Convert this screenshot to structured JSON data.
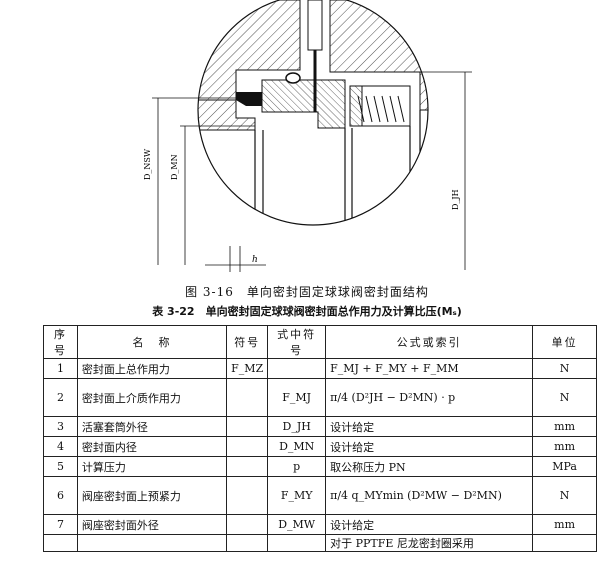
{
  "figure": {
    "labels": {
      "d_nsw": "D_NSW",
      "d_mn": "D_MN",
      "d_jh": "D_JH",
      "h": "h"
    },
    "caption": "图 3-16　单向密封固定球球阀密封面结构"
  },
  "table": {
    "caption": "表 3-22　单向密封固定球球阀密封面总作用力及计算比压(Mₛ)",
    "headers": [
      "序号",
      "名　称",
      "符号",
      "式中符号",
      "公式或索引",
      "单位"
    ],
    "rows": [
      {
        "no": "1",
        "name": "密封面上总作用力",
        "symbol": "F_MZ",
        "formula_symbol": "",
        "formula": "F_MJ + F_MY + F_MM",
        "unit": "N"
      },
      {
        "no": "2",
        "name": "密封面上介质作用力",
        "symbol": "",
        "formula_symbol": "F_MJ",
        "formula": "π/4 (D²JH − D²MN) · p",
        "unit": "N"
      },
      {
        "no": "3",
        "name": "活塞套筒外径",
        "symbol": "",
        "formula_symbol": "D_JH",
        "formula": "设计给定",
        "unit": "mm"
      },
      {
        "no": "4",
        "name": "密封面内径",
        "symbol": "",
        "formula_symbol": "D_MN",
        "formula": "设计给定",
        "unit": "mm"
      },
      {
        "no": "5",
        "name": "计算压力",
        "symbol": "",
        "formula_symbol": "p",
        "formula": "取公称压力 PN",
        "unit": "MPa"
      },
      {
        "no": "6",
        "name": "阀座密封面上预紧力",
        "symbol": "",
        "formula_symbol": "F_MY",
        "formula": "π/4 q_MYmin (D²MW − D²MN)",
        "unit": "N"
      },
      {
        "no": "7",
        "name": "阀座密封面外径",
        "symbol": "",
        "formula_symbol": "D_MW",
        "formula": "设计给定",
        "unit": "mm"
      },
      {
        "no": "",
        "name": "",
        "symbol": "",
        "formula_symbol": "",
        "formula": "对于 PPTFE 尼龙密封圈采用",
        "unit": ""
      }
    ]
  }
}
